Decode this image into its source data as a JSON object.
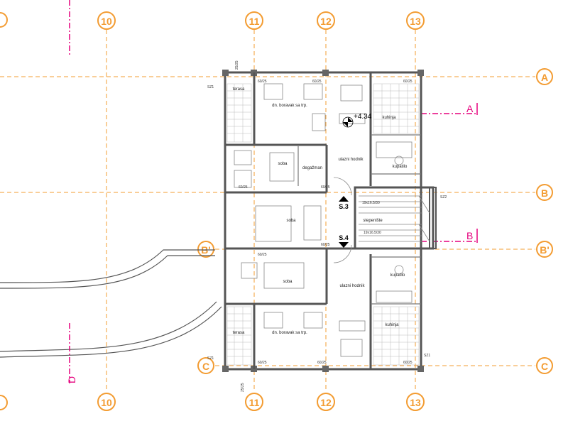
{
  "columns": [
    "10",
    "11",
    "12",
    "13"
  ],
  "rows": [
    "A",
    "B",
    "B'",
    "C"
  ],
  "rooms": {
    "terrace_top": "terasa",
    "living_top": "dn. boravak sa trp.",
    "kitchen_top": "kuhinja",
    "bath_top": "kupatilo",
    "hall_top": "ulazni hodnik",
    "storage": "degažman",
    "bedroom_1": "soba",
    "bedroom_2": "soba",
    "stairs": "stepenište",
    "bedroom_3": "soba",
    "hall_bottom": "ulazni hodnik",
    "bath_bottom": "kupatilo",
    "kitchen_bottom": "kuhinja",
    "terrace_bottom": "terasa",
    "living_bottom": "dn. boravak sa trp."
  },
  "level": "+4.34",
  "stair_marks": {
    "s3": "S.3",
    "s4": "S.4",
    "flight_top": "19x16.5/30",
    "flight_bottom": "19x16.5/30"
  },
  "sections": {
    "a": "A",
    "b": "B",
    "d": "D"
  },
  "tags": {
    "sz1_top_left": "SZ1",
    "sz1_bottom_left": "SZ1",
    "sz2_right": "SZ2",
    "sz1_bottom_right": "SZ1",
    "dim_1": "60/25",
    "dim_2": "60/25",
    "dim_3": "60/25",
    "dim_4": "60/25",
    "dim_5": "60/25",
    "dim_6": "60/25",
    "dim_7": "60/25",
    "dim_8": "60/25",
    "dim_9": "60/25",
    "dim_10": "60/25",
    "wall_note_top": "25/25",
    "wall_note_bottom": "25/25"
  }
}
